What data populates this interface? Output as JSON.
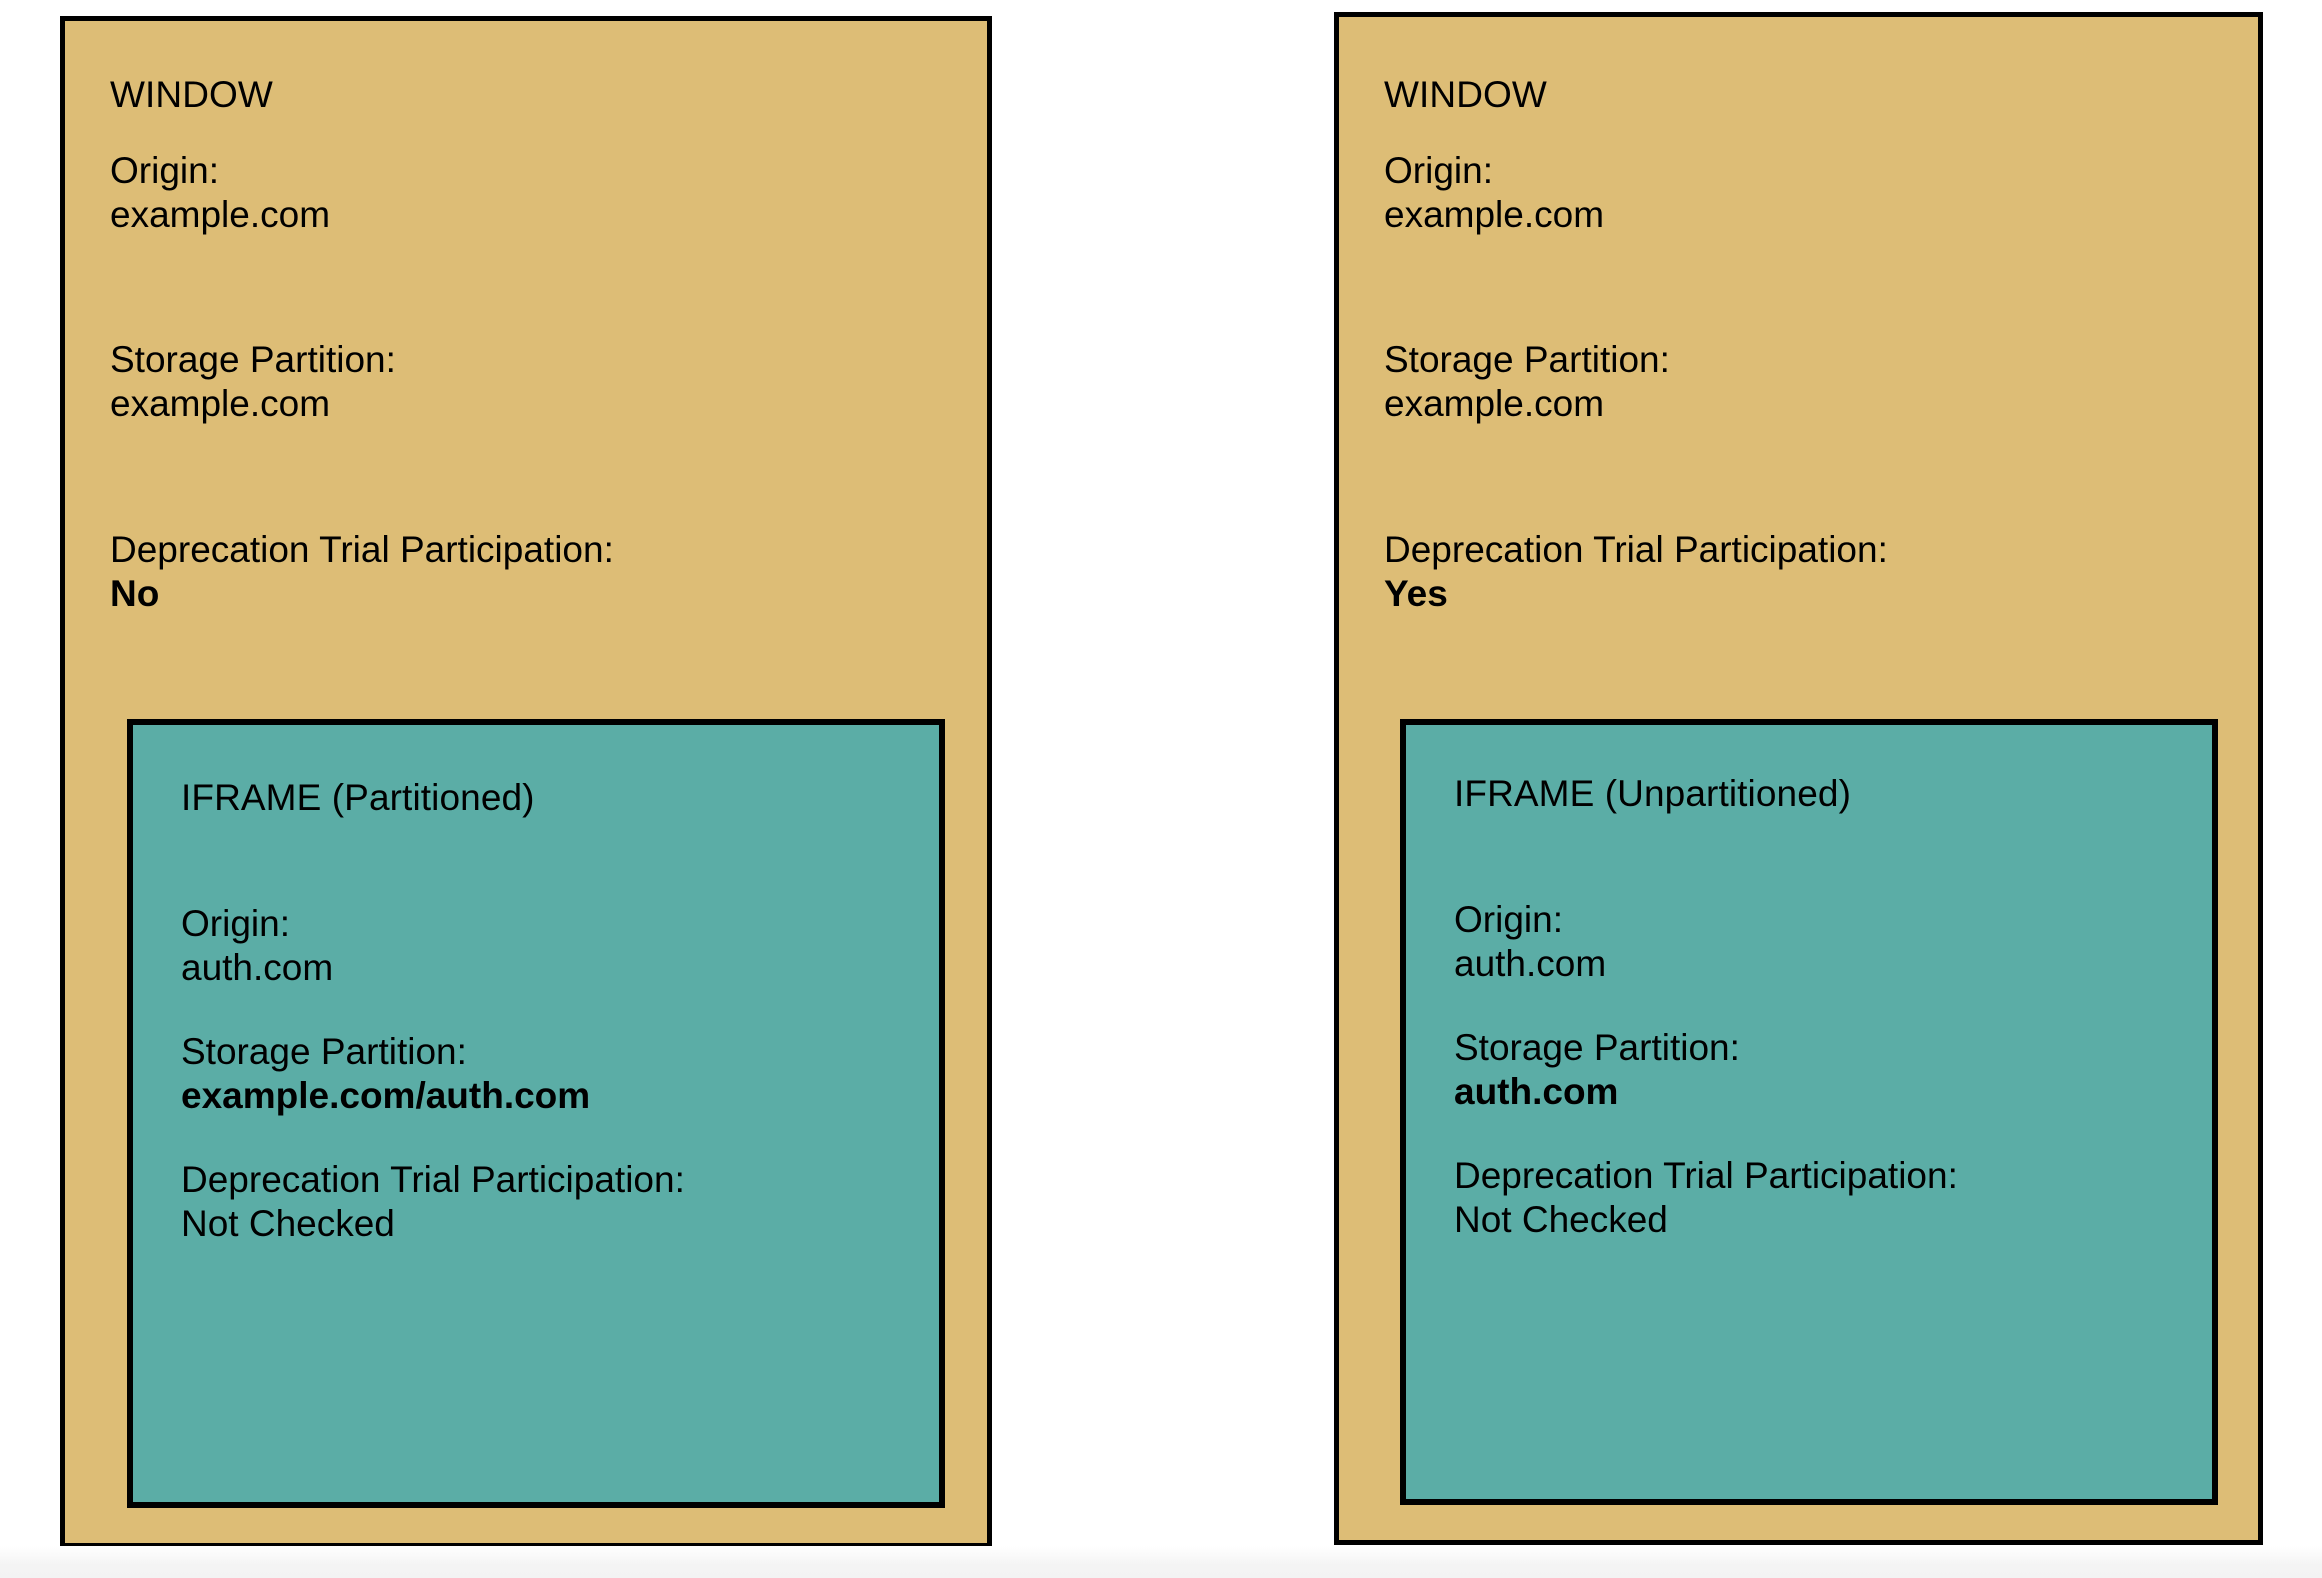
{
  "colors": {
    "window_fill": "#ddbd76",
    "iframe_fill": "#5bada6",
    "border": "#000000",
    "text": "#000000",
    "background": "#ffffff"
  },
  "panels": [
    {
      "id": "left",
      "title": "WINDOW",
      "fields": [
        {
          "label": "Origin:",
          "value": "example.com",
          "bold": false
        },
        {
          "label": "Storage Partition:",
          "value": "example.com",
          "bold": false
        },
        {
          "label": "Deprecation Trial Participation:",
          "value": "No",
          "bold": true
        }
      ],
      "iframe": {
        "title": "IFRAME (Partitioned)",
        "fields": [
          {
            "label": "Origin:",
            "value": "auth.com",
            "bold": false
          },
          {
            "label": "Storage Partition:",
            "value": "example.com/auth.com",
            "bold": true
          },
          {
            "label": "Deprecation Trial Participation:",
            "value": "Not Checked",
            "bold": false
          }
        ]
      }
    },
    {
      "id": "right",
      "title": "WINDOW",
      "fields": [
        {
          "label": "Origin:",
          "value": "example.com",
          "bold": false
        },
        {
          "label": "Storage Partition:",
          "value": "example.com",
          "bold": false
        },
        {
          "label": "Deprecation Trial Participation:",
          "value": "Yes",
          "bold": true
        }
      ],
      "iframe": {
        "title": "IFRAME (Unpartitioned)",
        "fields": [
          {
            "label": "Origin:",
            "value": "auth.com",
            "bold": false
          },
          {
            "label": "Storage Partition:",
            "value": "auth.com",
            "bold": true
          },
          {
            "label": "Deprecation Trial Participation:",
            "value": "Not Checked",
            "bold": false
          }
        ]
      }
    }
  ]
}
